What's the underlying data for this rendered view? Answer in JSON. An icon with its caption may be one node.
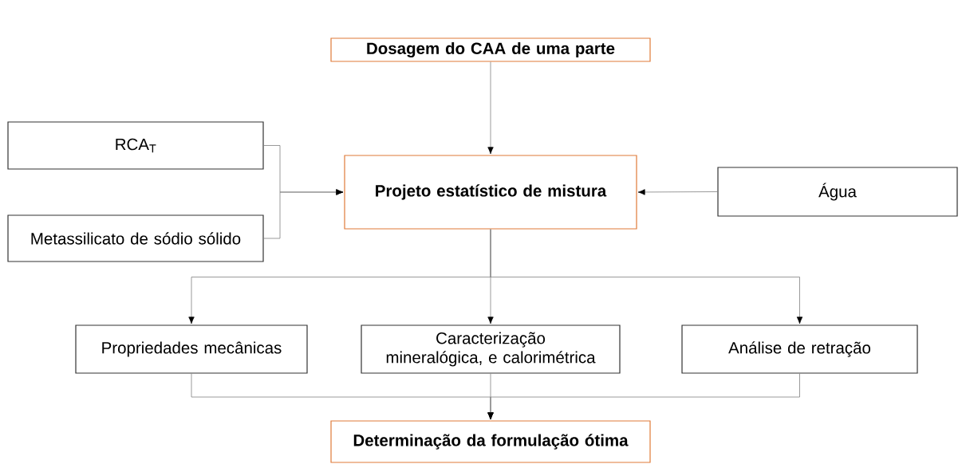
{
  "diagram": {
    "nodes": [
      {
        "text": [
          "Dosagem do CAA de uma parte"
        ]
      },
      {
        "text": [
          "RCA$_{T}$"
        ]
      },
      {
        "text": [
          "Metassilicato de sódio sólido"
        ]
      },
      {
        "text": [
          "Projeto estatístico de mistura"
        ]
      },
      {
        "text": [
          "Água"
        ]
      },
      {
        "text": [
          "Propriedades mecânicas"
        ]
      },
      {
        "text": [
          "Caracterização mineralógica, e calorimétrica"
        ]
      },
      {
        "text": [
          "Análise de retração"
        ]
      },
      {
        "text": [
          "Determinação da formulação ótima"
        ]
      }
    ],
    "edges": [
      {
        "from": 0,
        "to": 3,
        "arrow": "to"
      },
      {
        "from": 1,
        "to": 3,
        "arrow": "to"
      },
      {
        "from": 2,
        "to": 3,
        "arrow": "to"
      },
      {
        "from": 4,
        "to": 3,
        "arrow": "to"
      },
      {
        "from": 3,
        "to": 5,
        "arrow": "to"
      },
      {
        "from": 3,
        "to": 6,
        "arrow": "to"
      },
      {
        "from": 3,
        "to": 7,
        "arrow": "to"
      },
      {
        "from": 5,
        "to": 8,
        "arrow": "to"
      },
      {
        "from": 6,
        "to": 8,
        "arrow": "to"
      },
      {
        "from": 7,
        "to": 8,
        "arrow": "to"
      }
    ]
  }
}
